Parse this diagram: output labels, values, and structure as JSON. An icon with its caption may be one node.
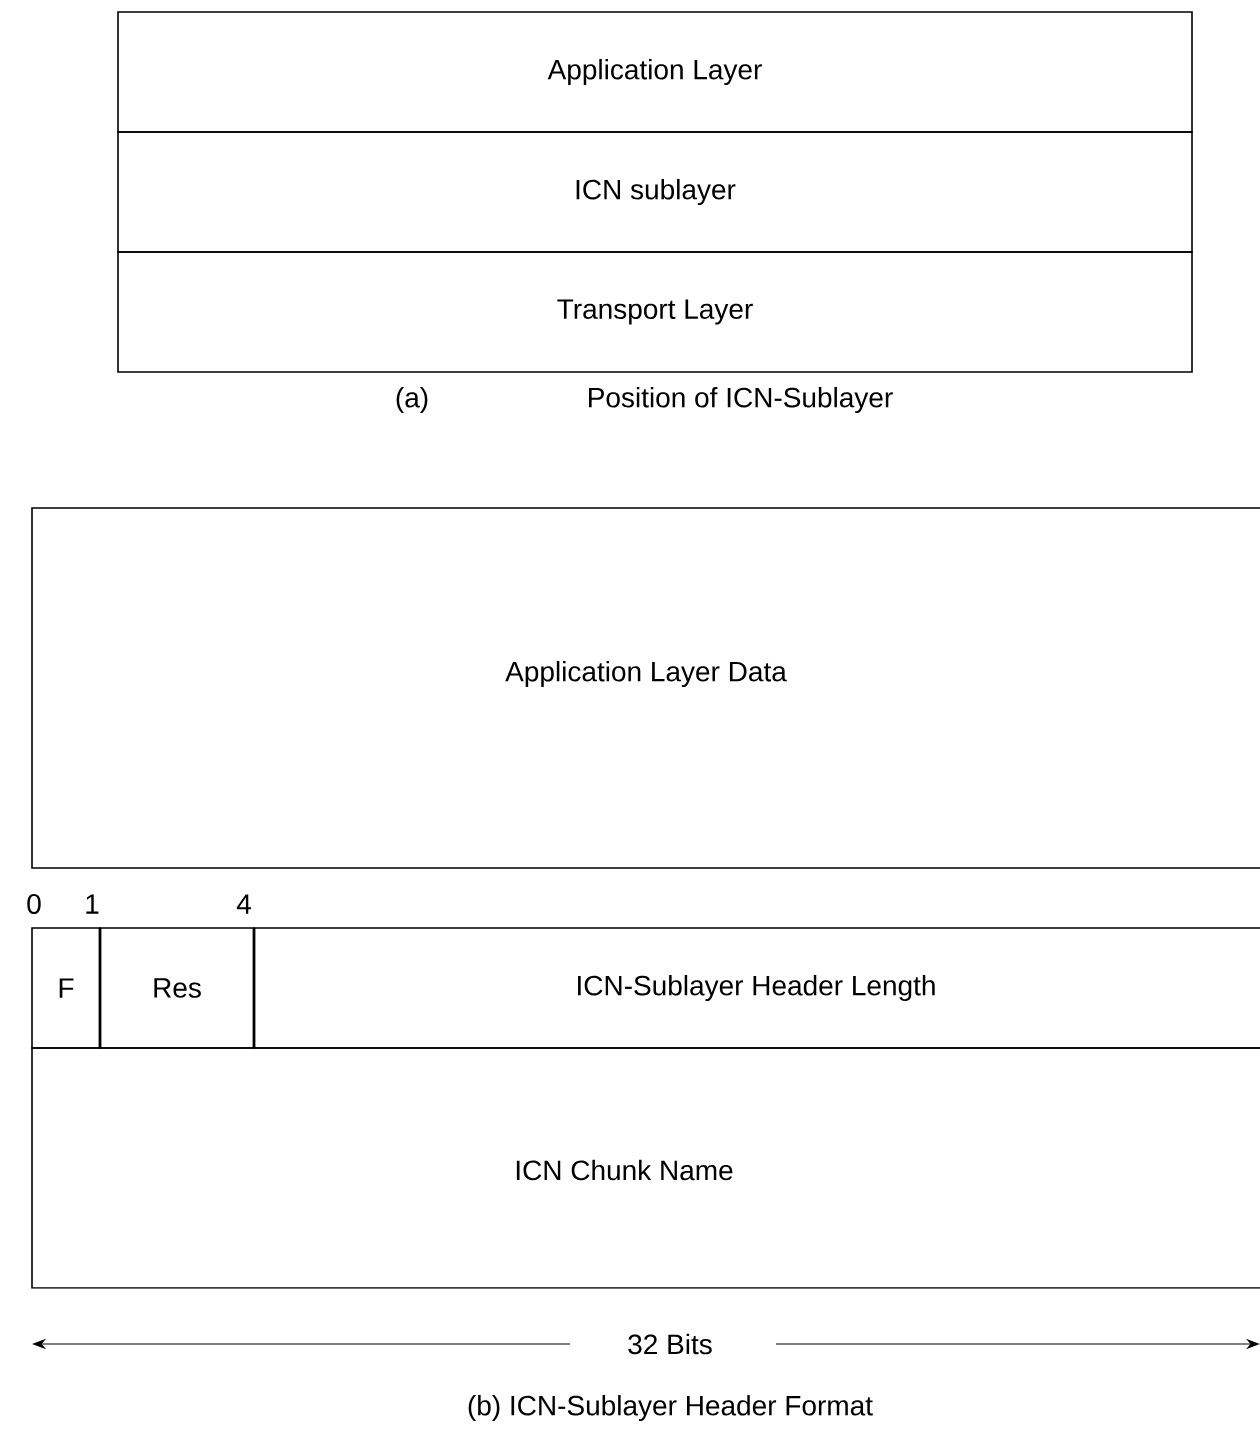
{
  "diagram": {
    "nodes": [
      {
        "text": [
          "Application Layer"
        ]
      },
      {
        "text": [
          "ICN sublayer"
        ]
      },
      {
        "text": [
          "Transport Layer"
        ]
      },
      {
        "text": [
          "Application Layer Data"
        ]
      },
      {
        "text": [
          "F"
        ]
      },
      {
        "text": [
          "Res"
        ]
      },
      {
        "text": [
          "ICN-Sublayer Header Length"
        ]
      },
      {
        "text": [
          "ICN Chunk Name"
        ]
      }
    ],
    "labels": [
      "(a)",
      "Position of ICN-Sublayer",
      "0",
      "1",
      "4",
      "32 Bits",
      "(b) ICN-Sublayer Header Format"
    ]
  }
}
